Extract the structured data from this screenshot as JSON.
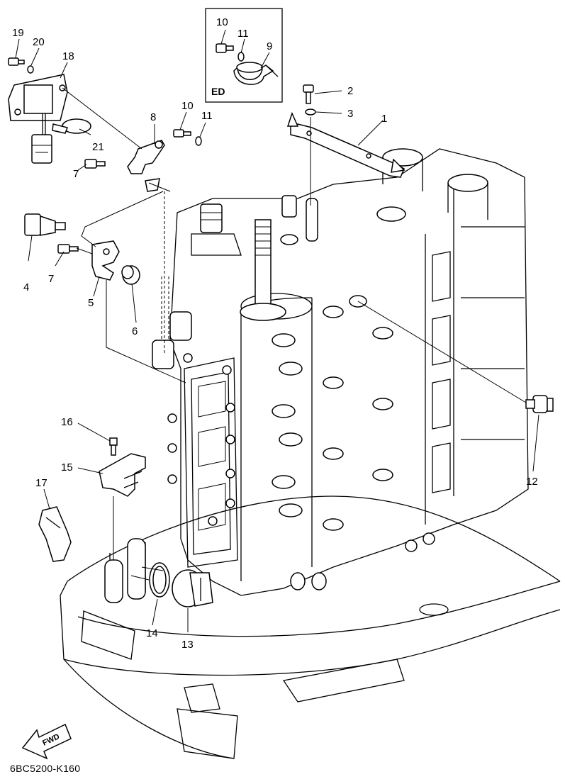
{
  "diagram": {
    "drawing_code": "6BC5200-K160",
    "inset_box_label": "ED",
    "fwd_label": "FWD",
    "callouts": [
      "1",
      "2",
      "3",
      "4",
      "5",
      "6",
      "7",
      "7",
      "8",
      "9",
      "10",
      "10",
      "11",
      "11",
      "12",
      "13",
      "14",
      "15",
      "16",
      "17",
      "18",
      "19",
      "20",
      "21"
    ]
  }
}
